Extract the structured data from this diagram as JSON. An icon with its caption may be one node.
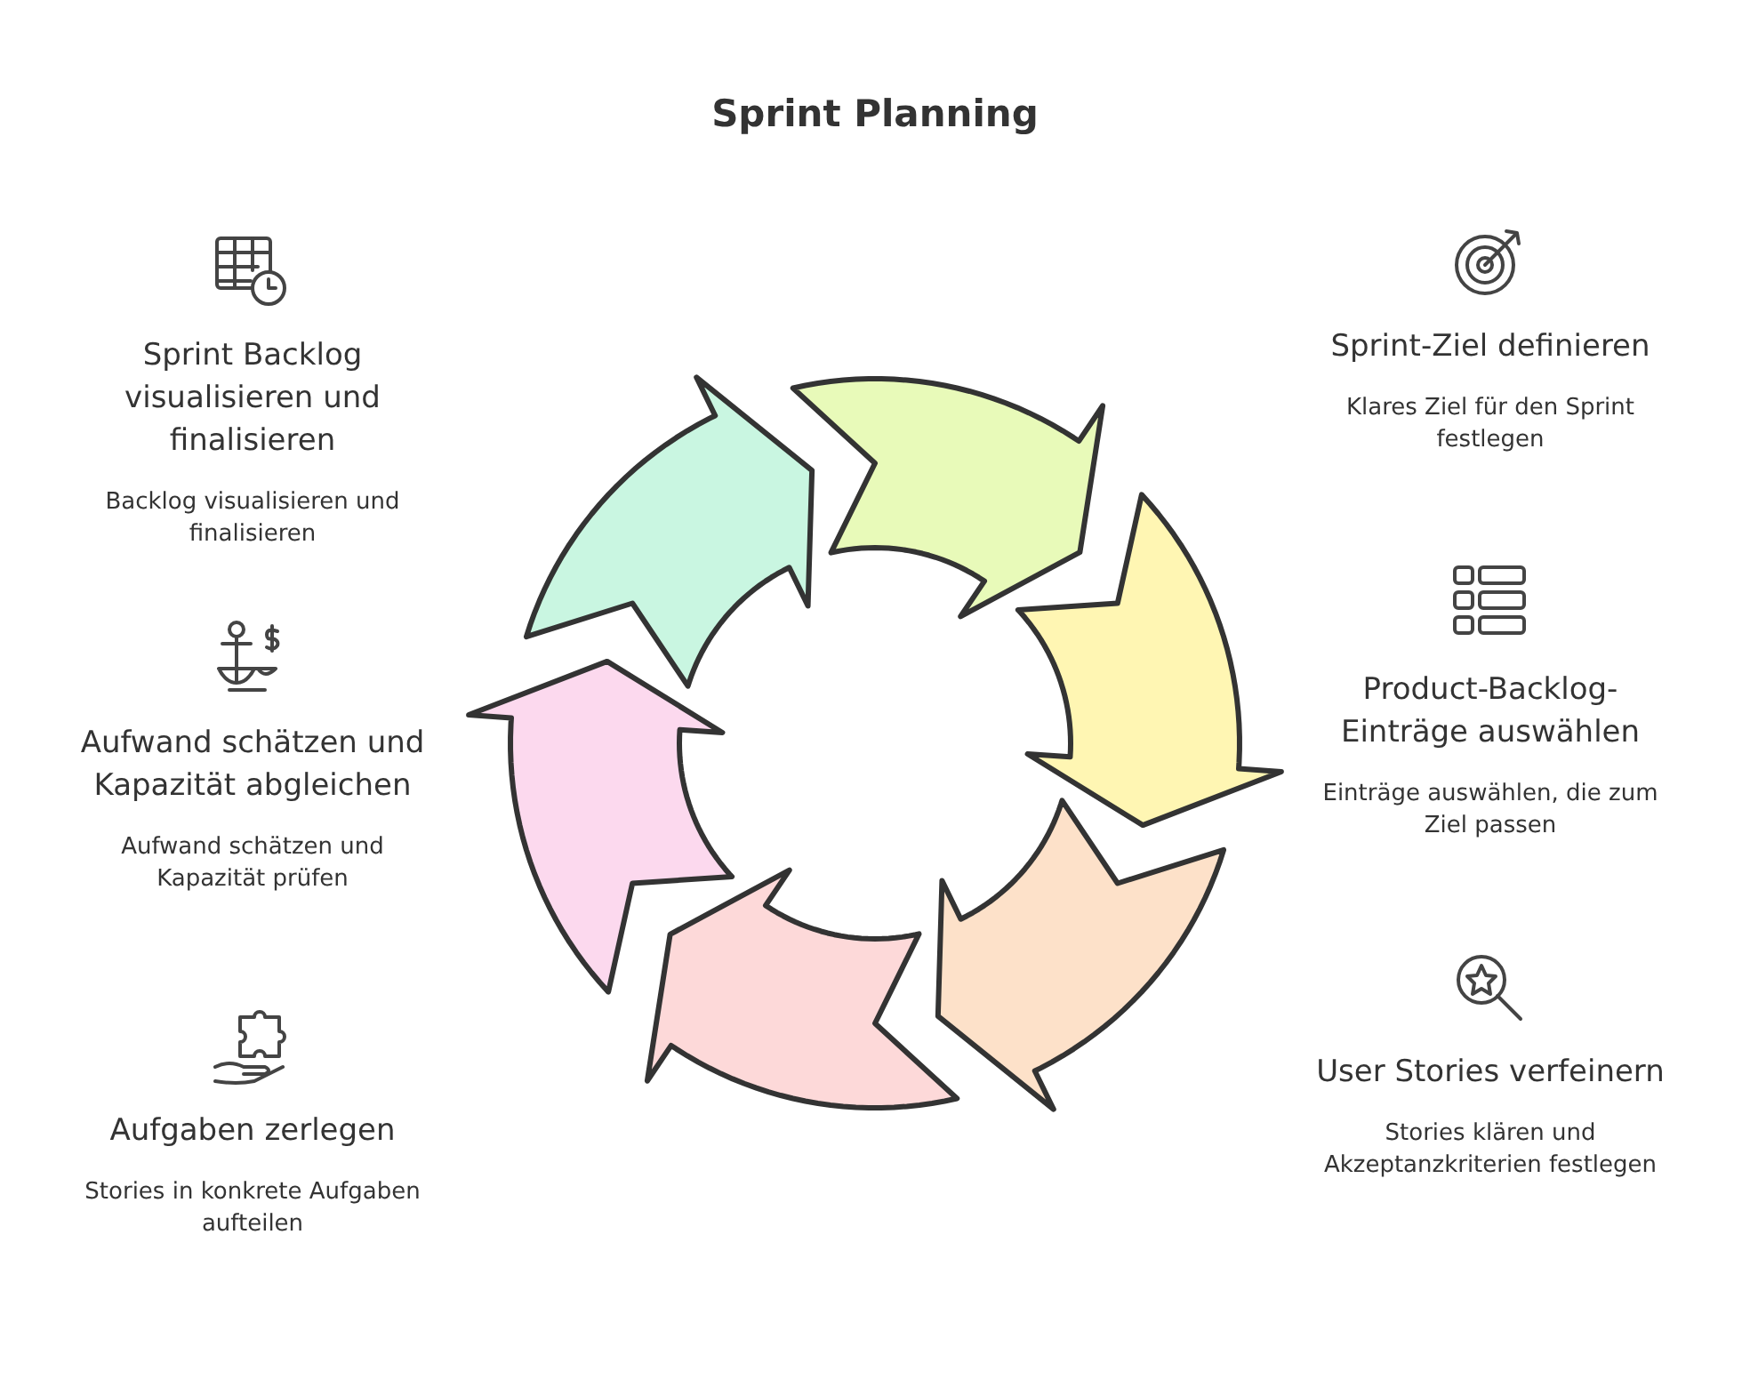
{
  "diagram": {
    "title": "Sprint Planning",
    "nodes": [
      {
        "text": [
          "Sprint-Ziel definieren",
          "Klares Ziel für den Sprint festlegen"
        ]
      },
      {
        "text": [
          "Product-Backlog-Einträge auswählen",
          "Einträge auswählen, die zum Ziel passen"
        ]
      },
      {
        "text": [
          "User Stories verfeinern",
          "Stories klären und Akzeptanzkriterien festlegen"
        ]
      },
      {
        "text": [
          "Aufgaben zerlegen",
          "Stories in konkrete Aufgaben aufteilen"
        ]
      },
      {
        "text": [
          "Aufwand schätzen und Kapazität abgleichen",
          "Aufwand schätzen und Kapazität prüfen"
        ]
      },
      {
        "text": [
          "Sprint Backlog visualisieren und finalisieren",
          "Backlog visualisieren und finalisieren"
        ]
      }
    ]
  }
}
